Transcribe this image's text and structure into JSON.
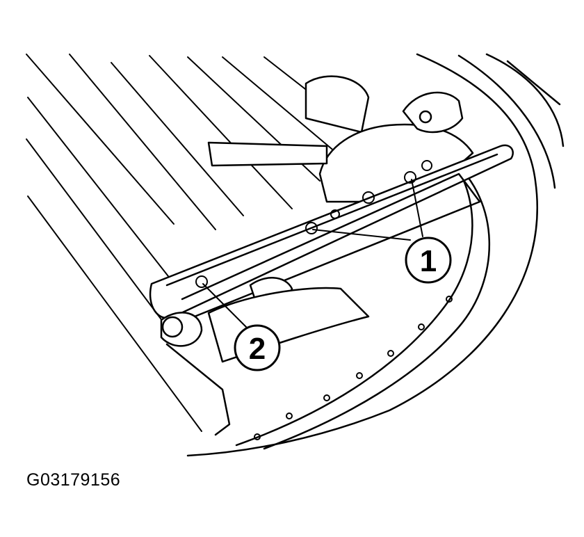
{
  "figure": {
    "id_label": "G03179156"
  },
  "callouts": [
    {
      "number": "1"
    },
    {
      "number": "2"
    }
  ],
  "colors": {
    "line": "#000000",
    "background": "#ffffff"
  }
}
